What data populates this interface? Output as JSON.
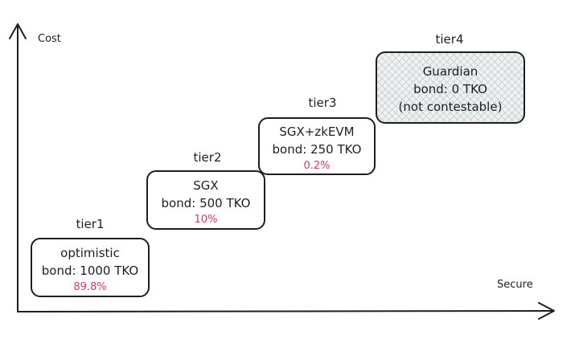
{
  "axes": {
    "y_label": "Cost",
    "x_label": "Secure"
  },
  "accent_color": "#e0336f",
  "tiers": [
    {
      "name": "tier1",
      "lines": [
        "optimistic",
        "bond: 1000 TKO"
      ],
      "percent": "89.8%"
    },
    {
      "name": "tier2",
      "lines": [
        "SGX",
        "bond: 500 TKO"
      ],
      "percent": "10%"
    },
    {
      "name": "tier3",
      "lines": [
        "SGX+zkEVM",
        "bond: 250 TKO"
      ],
      "percent": "0.2%"
    },
    {
      "name": "tier4",
      "lines": [
        "Guardian",
        "bond: 0 TKO",
        "(not contestable)"
      ],
      "percent": ""
    }
  ]
}
